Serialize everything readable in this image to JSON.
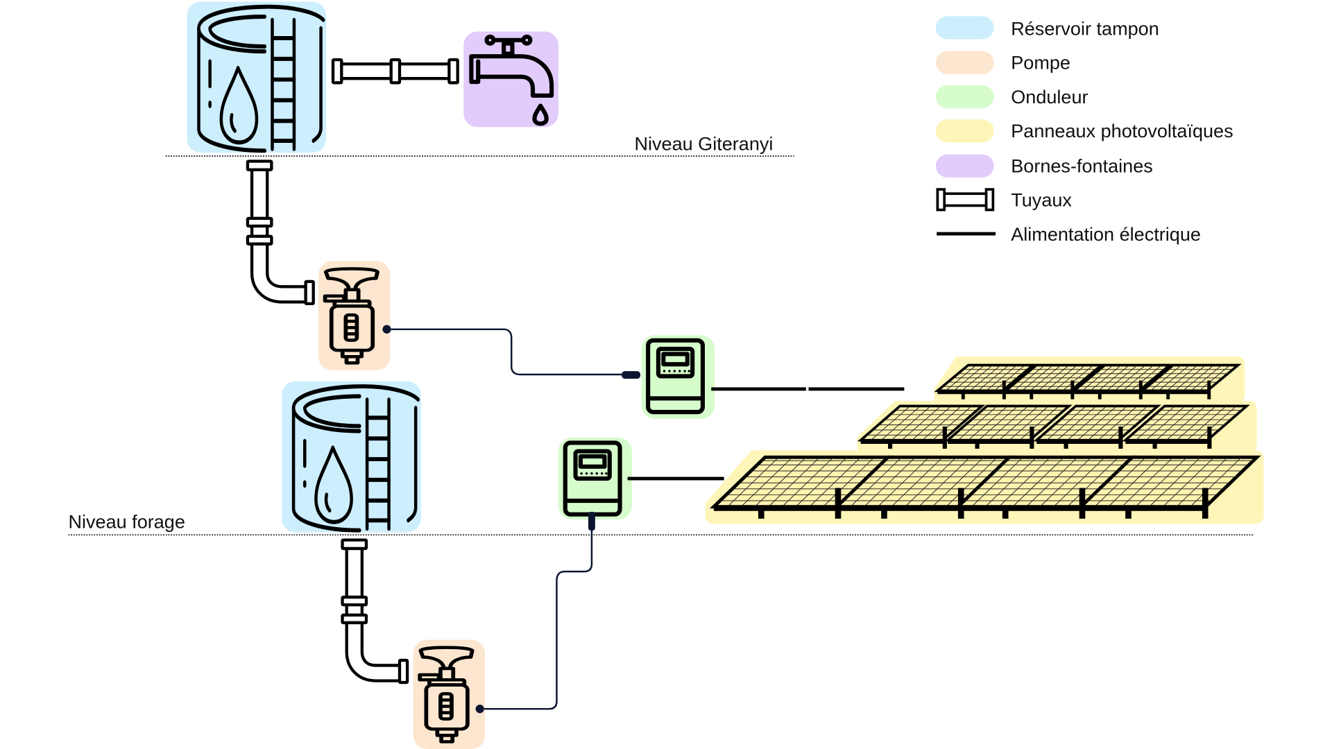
{
  "diagram": {
    "levels": {
      "upper": "Niveau Giteranyi",
      "lower": "Niveau forage"
    },
    "colors": {
      "reservoir": "#cdeefd",
      "pump": "#fde6cf",
      "inverter": "#d6fccc",
      "solar": "#fef5b8",
      "fountain": "#e2ccfb",
      "wire": "#0b1530",
      "line": "#000000"
    },
    "legend": [
      {
        "key": "reservoir",
        "label": "Réservoir tampon",
        "icon": "swatch-blue"
      },
      {
        "key": "pump",
        "label": "Pompe",
        "icon": "swatch-orange"
      },
      {
        "key": "inverter",
        "label": "Onduleur",
        "icon": "swatch-green"
      },
      {
        "key": "solar",
        "label": "Panneaux photovoltaïques",
        "icon": "swatch-yellow"
      },
      {
        "key": "fountain",
        "label": "Bornes-fontaines",
        "icon": "swatch-purple"
      },
      {
        "key": "pipes",
        "label": "Tuyaux",
        "icon": "pipe-icon"
      },
      {
        "key": "power",
        "label": "Alimentation électrique",
        "icon": "power-line-icon"
      }
    ],
    "components": {
      "upper_reservoir": "water-tank-icon",
      "lower_reservoir": "water-tank-icon",
      "fountain": "water-tap-icon",
      "upper_pump": "water-pump-icon",
      "lower_pump": "water-pump-icon",
      "upper_inverter": "inverter-icon",
      "lower_inverter": "inverter-icon",
      "solar_rows": [
        4,
        4,
        4
      ]
    }
  }
}
